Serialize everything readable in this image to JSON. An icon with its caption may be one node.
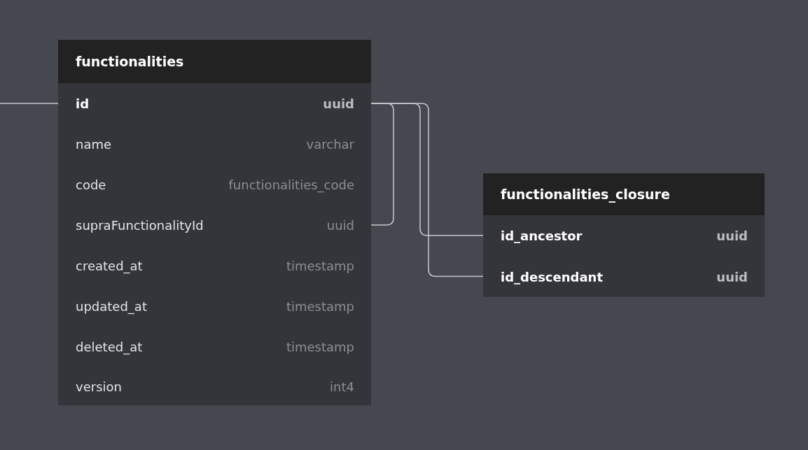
{
  "diagram": {
    "nodes": [
      {
        "text": [
          "functionalities"
        ]
      },
      {
        "text": [
          "id",
          "uuid"
        ],
        "in": 0
      },
      {
        "text": [
          "name",
          "varchar"
        ],
        "in": 0
      },
      {
        "text": [
          "code",
          "functionalities_code"
        ],
        "in": 0
      },
      {
        "text": [
          "supraFunctionalityId",
          "uuid"
        ],
        "in": 0
      },
      {
        "text": [
          "created_at",
          "timestamp"
        ],
        "in": 0
      },
      {
        "text": [
          "updated_at",
          "timestamp"
        ],
        "in": 0
      },
      {
        "text": [
          "deleted_at",
          "timestamp"
        ],
        "in": 0
      },
      {
        "text": [
          "version",
          "int4"
        ],
        "in": 0
      },
      {
        "text": [
          "functionalities_closure"
        ]
      },
      {
        "text": [
          "id_ancestor",
          "uuid"
        ],
        "in": 9
      },
      {
        "text": [
          "id_descendant",
          "uuid"
        ],
        "in": 9
      }
    ],
    "edges": [
      {
        "from": null,
        "to": 1,
        "arrow": "none"
      },
      {
        "from": 1,
        "to": 4,
        "arrow": "none"
      },
      {
        "from": 1,
        "to": 10,
        "arrow": "none"
      },
      {
        "from": 1,
        "to": 11,
        "arrow": "none"
      }
    ]
  }
}
